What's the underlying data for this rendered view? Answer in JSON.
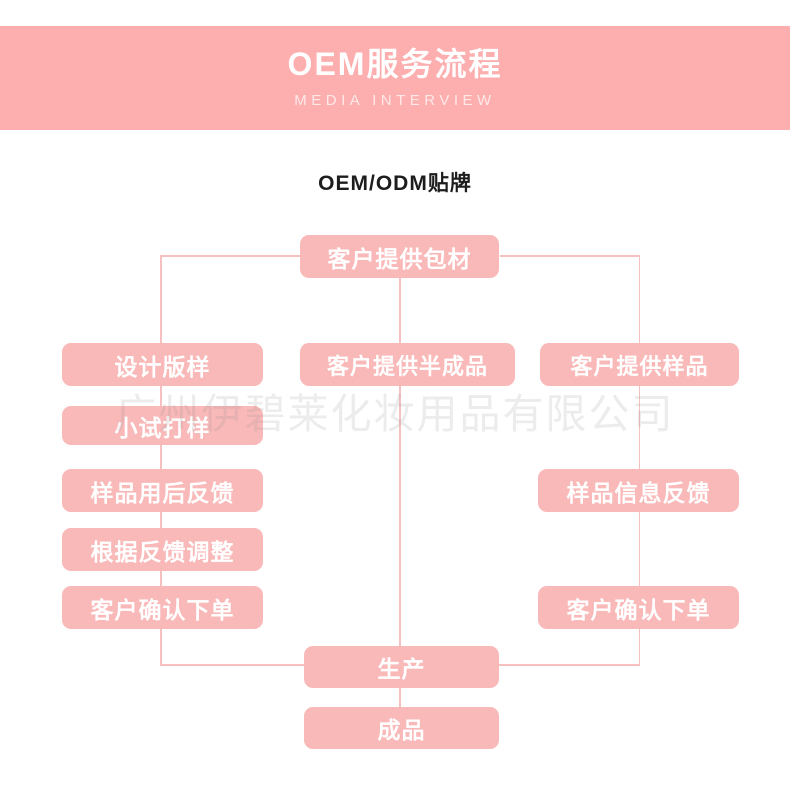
{
  "banner": {
    "title": "OEM服务流程",
    "subtitle": "MEDIA INTERVIEW",
    "bg_color": "#fdaeae",
    "text_color": "#ffffff"
  },
  "section": {
    "heading": "OEM/ODM贴牌"
  },
  "watermark": {
    "text": "广州伊碧莱化妆用品有限公司"
  },
  "theme": {
    "node_fill": "#fab9b9",
    "node_text": "#ffffff",
    "connector": "#f7c0c0",
    "page_bg": "#ffffff"
  },
  "chart_data": {
    "type": "diagram",
    "title": "OEM/ODM贴牌",
    "nodes": [
      {
        "id": "n1",
        "label": "客户提供包材",
        "column": "center",
        "row": 1
      },
      {
        "id": "n2",
        "label": "设计版样",
        "column": "left",
        "row": 2
      },
      {
        "id": "n3",
        "label": "客户提供半成品",
        "column": "center",
        "row": 2
      },
      {
        "id": "n4",
        "label": "客户提供样品",
        "column": "right",
        "row": 2
      },
      {
        "id": "n5",
        "label": "小试打样",
        "column": "left",
        "row": 3
      },
      {
        "id": "n6",
        "label": "样品用后反馈",
        "column": "left",
        "row": 4
      },
      {
        "id": "n7",
        "label": "样品信息反馈",
        "column": "right",
        "row": 4
      },
      {
        "id": "n8",
        "label": "根据反馈调整",
        "column": "left",
        "row": 5
      },
      {
        "id": "n9",
        "label": "客户确认下单",
        "column": "left",
        "row": 6
      },
      {
        "id": "n10",
        "label": "客户确认下单",
        "column": "right",
        "row": 6
      },
      {
        "id": "n11",
        "label": "生产",
        "column": "center",
        "row": 7
      },
      {
        "id": "n12",
        "label": "成品",
        "column": "center",
        "row": 8
      }
    ],
    "edges": [
      {
        "from": "n1",
        "to": "n2"
      },
      {
        "from": "n1",
        "to": "n3"
      },
      {
        "from": "n1",
        "to": "n4"
      },
      {
        "from": "n2",
        "to": "n5"
      },
      {
        "from": "n5",
        "to": "n6"
      },
      {
        "from": "n6",
        "to": "n8"
      },
      {
        "from": "n8",
        "to": "n9"
      },
      {
        "from": "n4",
        "to": "n7"
      },
      {
        "from": "n7",
        "to": "n10"
      },
      {
        "from": "n9",
        "to": "n11"
      },
      {
        "from": "n10",
        "to": "n11"
      },
      {
        "from": "n3",
        "to": "n11"
      },
      {
        "from": "n11",
        "to": "n12"
      }
    ]
  }
}
